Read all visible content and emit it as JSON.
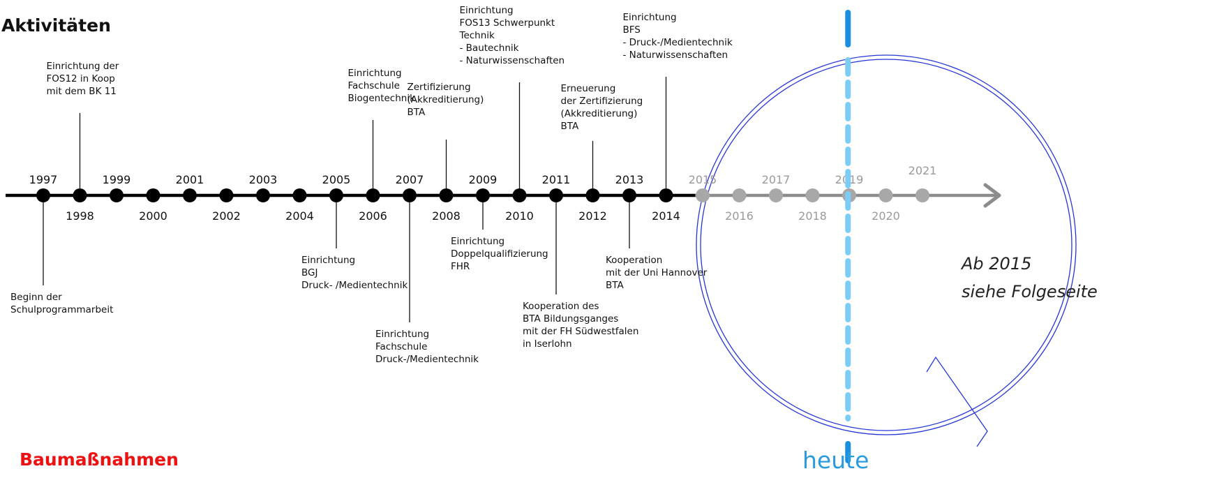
{
  "headings": {
    "activities": "Aktivitäten",
    "construction": "Baumaßnahmen"
  },
  "marker": {
    "label": "heute",
    "color": "#2b9be0",
    "position_year": 2019.5
  },
  "note": {
    "line1": "Ab 2015",
    "line2": "siehe Folgeseite"
  },
  "colors": {
    "past_axis": "#000000",
    "future_axis": "#8c8c8c",
    "future_dot": "#a8a8a8",
    "future_year_text": "#9a9a9a",
    "magnifier": "#2535d8"
  },
  "timeline": {
    "years": [
      1997,
      1998,
      1999,
      2000,
      2001,
      2002,
      2003,
      2004,
      2005,
      2006,
      2007,
      2008,
      2009,
      2010,
      2011,
      2012,
      2013,
      2014,
      2015,
      2016,
      2017,
      2018,
      2019,
      2020,
      2021
    ],
    "past_until": 2014,
    "events": [
      {
        "year": 1997,
        "side": "below",
        "lines": [
          "Beginn der",
          "Schulprogrammarbeit"
        ]
      },
      {
        "year": 1998,
        "side": "above",
        "lines": [
          "Einrichtung der",
          "FOS12 in Koop",
          "mit dem BK 11"
        ]
      },
      {
        "year": 2005,
        "side": "below",
        "lines": [
          "Einrichtung",
          "BGJ",
          "Druck- /Medientechnik"
        ]
      },
      {
        "year": 2006,
        "side": "above",
        "lines": [
          "Einrichtung",
          "Fachschule",
          "Biogentechnik"
        ]
      },
      {
        "year": 2007,
        "side": "below",
        "lines": [
          "Einrichtung",
          "Fachschule",
          "Druck-/Medientechnik"
        ]
      },
      {
        "year": 2008,
        "side": "above",
        "lines": [
          "Zertifizierung",
          "(Akkreditierung)",
          "BTA"
        ]
      },
      {
        "year": 2009,
        "side": "below",
        "lines": [
          "Einrichtung",
          "Doppelqualifizierung",
          "FHR"
        ]
      },
      {
        "year": 2010,
        "side": "above",
        "lines": [
          "Einrichtung",
          "FOS13 Schwerpunkt",
          "Technik",
          "- Bautechnik",
          "- Naturwissenschaften"
        ]
      },
      {
        "year": 2011,
        "side": "below",
        "lines": [
          "Kooperation des",
          "BTA Bildungsganges",
          "mit der FH Südwestfalen",
          "in Iserlohn"
        ]
      },
      {
        "year": 2012,
        "side": "above",
        "lines": [
          "Erneuerung",
          "der Zertifizierung",
          "(Akkreditierung)",
          "BTA"
        ]
      },
      {
        "year": 2013,
        "side": "below",
        "lines": [
          "Kooperation",
          "mit der Uni Hannover",
          "BTA"
        ]
      },
      {
        "year": 2014,
        "side": "above",
        "lines": [
          "Einrichtung",
          "BFS",
          "- Druck-/Medientechnik",
          "- Naturwissenschaften"
        ]
      }
    ]
  }
}
